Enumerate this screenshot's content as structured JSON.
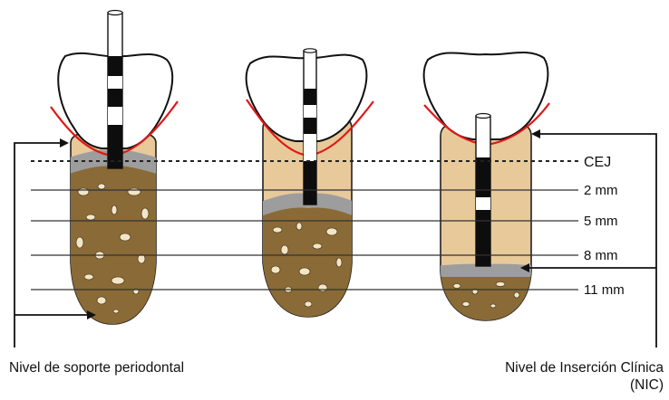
{
  "reference_lines": {
    "cej": "CEJ",
    "depth_labels": [
      "2 mm",
      "5 mm",
      "8 mm",
      "11 mm"
    ]
  },
  "captions": {
    "left": "Nivel de soporte periodontal",
    "right_line1": "Nivel de Inserción Clínica",
    "right_line2": "(NIC)"
  },
  "colors": {
    "crown": "#ffffff",
    "root_fill": "#e8c999",
    "bone": "#8a6a36",
    "bone_spot": "#f3e6c8",
    "attachment": "#9d9d9d",
    "gingival_margin": "#e01818",
    "probe_dark": "#0d0d0d",
    "probe_light": "#ffffff",
    "lines": "#333333"
  },
  "icons": [
    "tooth-icon",
    "periodontal-probe-icon",
    "arrow-icon"
  ]
}
